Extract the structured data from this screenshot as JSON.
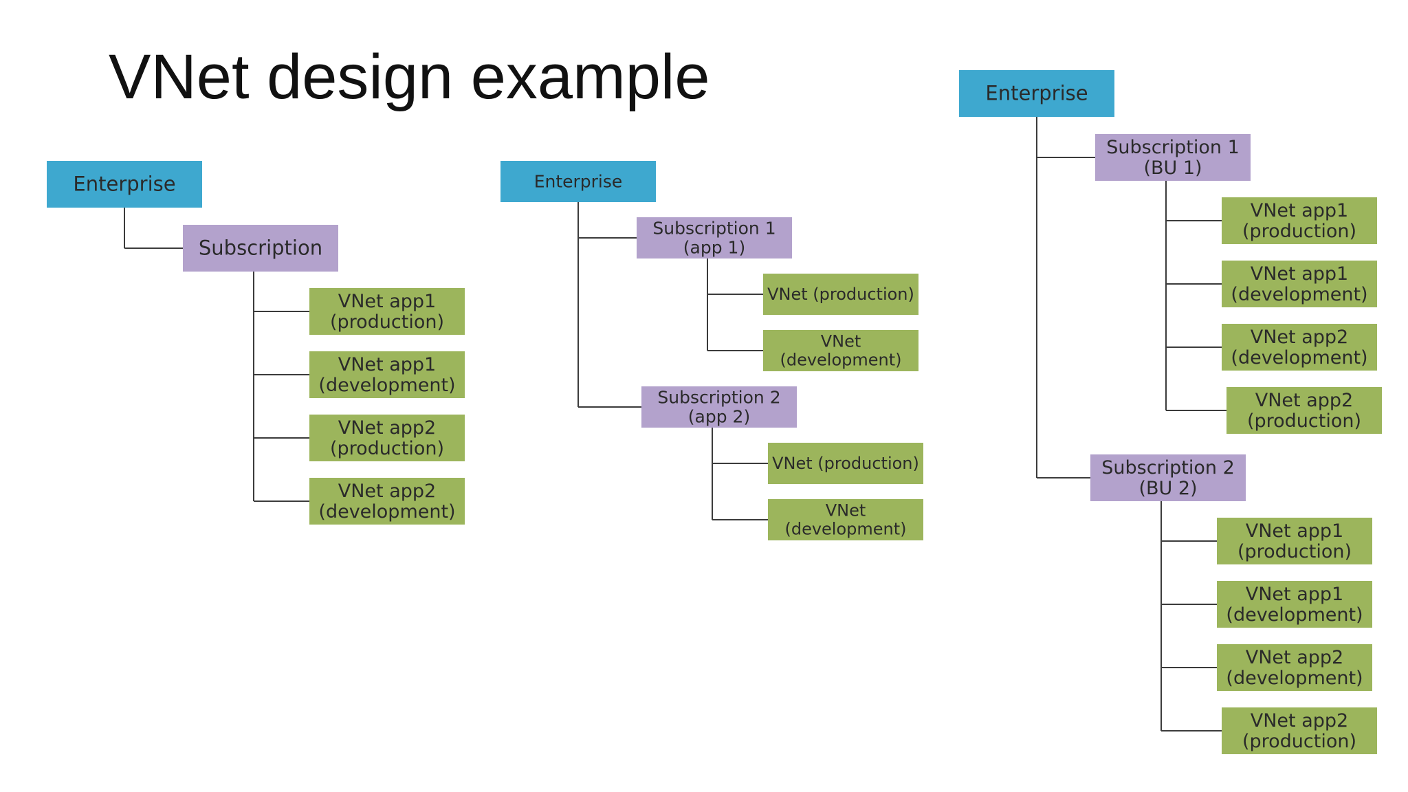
{
  "title": "VNet design example",
  "colors": {
    "enterprise": "#3ea8cf",
    "subscription": "#b3a2cc",
    "vnet": "#9cb55c",
    "connector": "#3b3b3b"
  },
  "diagrams": [
    {
      "id": "single-subscription",
      "enterprise": "Enterprise",
      "subscriptions": [
        {
          "label": [
            "Subscription"
          ],
          "vnets": [
            [
              "VNet app1",
              "(production)"
            ],
            [
              "VNet app1",
              "(development)"
            ],
            [
              "VNet app2",
              "(production)"
            ],
            [
              "VNet app2",
              "(development)"
            ]
          ]
        }
      ]
    },
    {
      "id": "subscription-per-app",
      "enterprise": "Enterprise",
      "subscriptions": [
        {
          "label": [
            "Subscription 1",
            "(app 1)"
          ],
          "vnets": [
            [
              "VNet (production)"
            ],
            [
              "VNet",
              "(development)"
            ]
          ]
        },
        {
          "label": [
            "Subscription 2",
            "(app 2)"
          ],
          "vnets": [
            [
              "VNet (production)"
            ],
            [
              "VNet",
              "(development)"
            ]
          ]
        }
      ]
    },
    {
      "id": "subscription-per-business-unit",
      "enterprise": "Enterprise",
      "subscriptions": [
        {
          "label": [
            "Subscription 1",
            "(BU 1)"
          ],
          "vnets": [
            [
              "VNet app1",
              "(production)"
            ],
            [
              "VNet app1",
              "(development)"
            ],
            [
              "VNet app2",
              "(development)"
            ],
            [
              "VNet app2",
              "(production)"
            ]
          ]
        },
        {
          "label": [
            "Subscription 2",
            "(BU 2)"
          ],
          "vnets": [
            [
              "VNet app1",
              "(production)"
            ],
            [
              "VNet app1",
              "(development)"
            ],
            [
              "VNet app2",
              "(development)"
            ],
            [
              "VNet app2",
              "(production)"
            ]
          ]
        }
      ]
    }
  ]
}
